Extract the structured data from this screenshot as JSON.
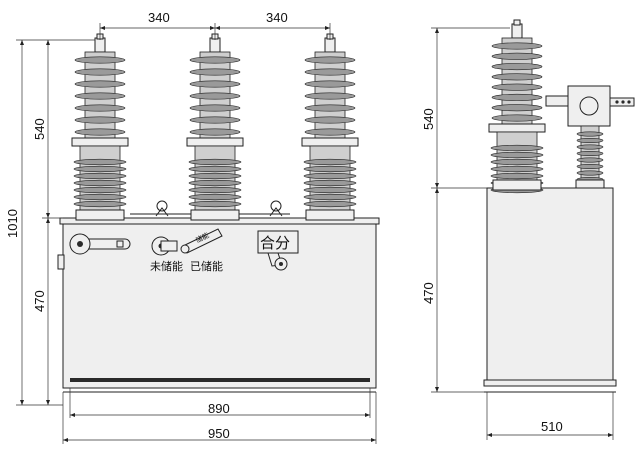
{
  "front_view": {
    "dims": {
      "pitch_left": "340",
      "pitch_right": "340",
      "upper_height": "540",
      "total_height": "1010",
      "lower_height": "470",
      "base_width": "890",
      "overall_width": "950"
    },
    "labels": {
      "close_open": "合分",
      "uncharged": "未储能",
      "charged": "已储能",
      "handle_tag": "储能"
    }
  },
  "side_view": {
    "dims": {
      "upper_height": "540",
      "lower_height": "470",
      "depth": "510"
    }
  }
}
